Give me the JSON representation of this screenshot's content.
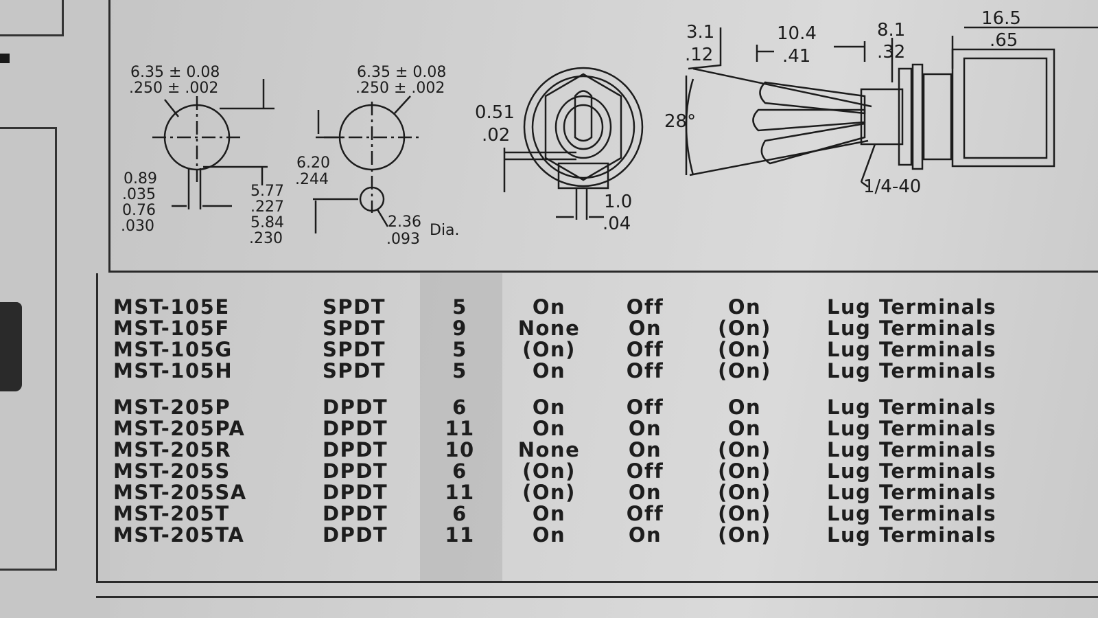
{
  "drawing": {
    "hole1": {
      "dia_mm": "6.35 ± 0.08",
      "dia_in": ".250 ± .002"
    },
    "hole2": {
      "dia_mm": "6.35 ± 0.08",
      "dia_in": ".250 ± .002"
    },
    "slot": {
      "w1_mm": "0.89",
      "w1_in": ".035",
      "w2_mm": "0.76",
      "w2_in": ".030"
    },
    "offset1": {
      "a_mm": "5.77",
      "a_in": ".227",
      "b_mm": "5.84",
      "b_in": ".230"
    },
    "offset2": {
      "mm": "6.20",
      "in": ".244"
    },
    "small_hole": {
      "mm": "2.36",
      "in": ".093",
      "suffix": "Dia."
    },
    "front": {
      "a_mm": "0.51",
      "a_in": ".02",
      "b_mm": "1.0",
      "b_in": ".04"
    },
    "side": {
      "d1_mm": "3.1",
      "d1_in": ".12",
      "d2_mm": "10.4",
      "d2_in": ".41",
      "d3_mm": "8.1",
      "d3_in": ".32",
      "d4_mm": "16.5",
      "d4_in": ".65",
      "angle": "28°",
      "thread": "1/4-40"
    }
  },
  "table": {
    "rows": [
      {
        "model": "MST-105E",
        "poles": "SPDT",
        "fig": "5",
        "p1": "On",
        "p2": "Off",
        "p3": "On",
        "term": "Lug Terminals"
      },
      {
        "model": "MST-105F",
        "poles": "SPDT",
        "fig": "9",
        "p1": "None",
        "p2": "On",
        "p3": "(On)",
        "term": "Lug Terminals"
      },
      {
        "model": "MST-105G",
        "poles": "SPDT",
        "fig": "5",
        "p1": "(On)",
        "p2": "Off",
        "p3": "(On)",
        "term": "Lug Terminals"
      },
      {
        "model": "MST-105H",
        "poles": "SPDT",
        "fig": "5",
        "p1": "On",
        "p2": "Off",
        "p3": "(On)",
        "term": "Lug Terminals"
      },
      {
        "model": "MST-205P",
        "poles": "DPDT",
        "fig": "6",
        "p1": "On",
        "p2": "Off",
        "p3": "On",
        "term": "Lug Terminals"
      },
      {
        "model": "MST-205PA",
        "poles": "DPDT",
        "fig": "11",
        "p1": "On",
        "p2": "On",
        "p3": "On",
        "term": "Lug Terminals"
      },
      {
        "model": "MST-205R",
        "poles": "DPDT",
        "fig": "10",
        "p1": "None",
        "p2": "On",
        "p3": "(On)",
        "term": "Lug Terminals"
      },
      {
        "model": "MST-205S",
        "poles": "DPDT",
        "fig": "6",
        "p1": "(On)",
        "p2": "Off",
        "p3": "(On)",
        "term": "Lug Terminals"
      },
      {
        "model": "MST-205SA",
        "poles": "DPDT",
        "fig": "11",
        "p1": "(On)",
        "p2": "On",
        "p3": "(On)",
        "term": "Lug Terminals"
      },
      {
        "model": "MST-205T",
        "poles": "DPDT",
        "fig": "6",
        "p1": "On",
        "p2": "Off",
        "p3": "(On)",
        "term": "Lug Terminals"
      },
      {
        "model": "MST-205TA",
        "poles": "DPDT",
        "fig": "11",
        "p1": "On",
        "p2": "On",
        "p3": "(On)",
        "term": "Lug Terminals"
      }
    ]
  }
}
